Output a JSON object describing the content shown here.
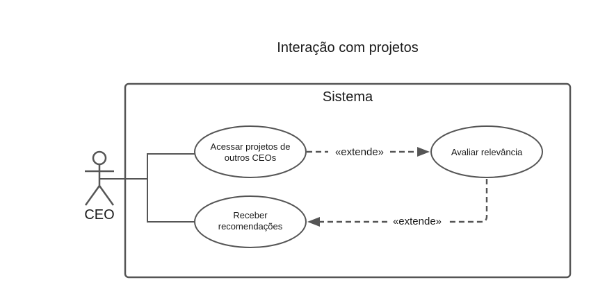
{
  "title": "Interação com projetos",
  "system": {
    "label": "Sistema"
  },
  "actor": {
    "label": "CEO"
  },
  "use_cases": {
    "acessar": {
      "line1": "Acessar projetos de",
      "line2": "outros CEOs"
    },
    "avaliar": {
      "label": "Avaliar relevância"
    },
    "receber": {
      "line1": "Receber",
      "line2": "recomendações"
    }
  },
  "relations": {
    "extend_1": "«extende»",
    "extend_2": "«extende»"
  }
}
